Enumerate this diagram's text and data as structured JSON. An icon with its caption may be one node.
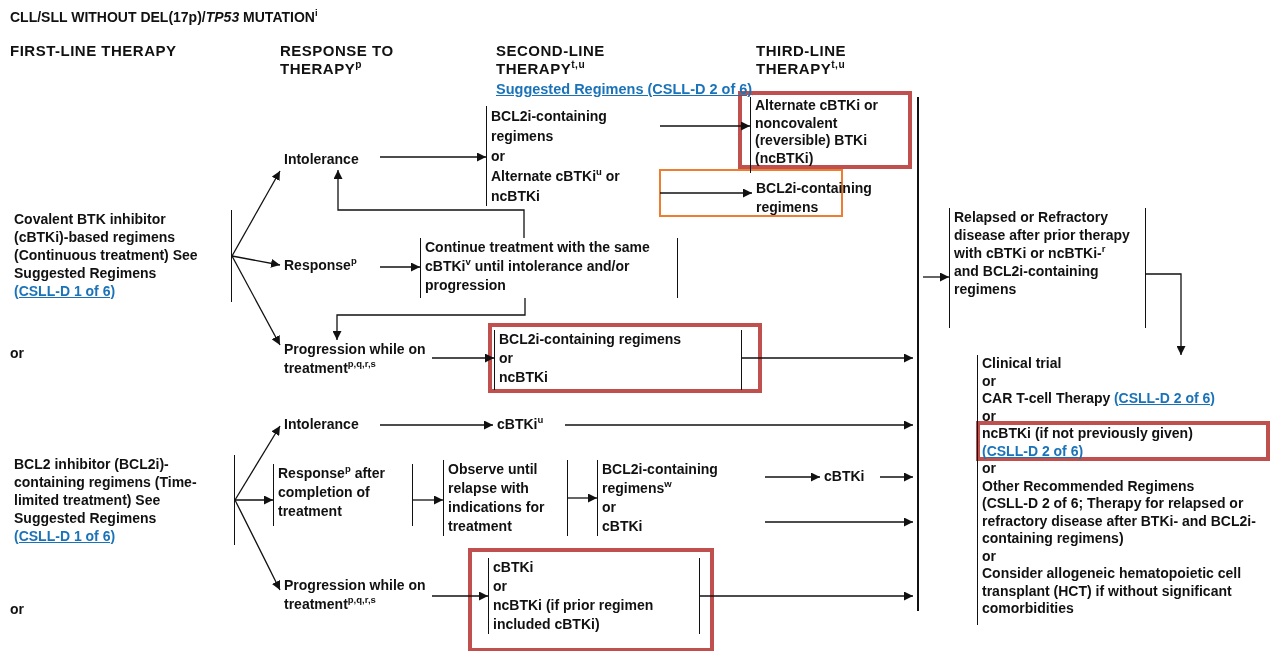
{
  "diagram": {
    "title": "CLL/SLL WITHOUT DEL(17p)/*TP53* MUTATION$^{i}$",
    "nodes": [
      {
        "text": [
          "Covalent BTK inhibitor (cBTKi)-based regimens (Continuous treatment) See Suggested Regimens",
          "(CSLL-D 1 of 6)"
        ]
      },
      {
        "text": [
          "Intolerance"
        ]
      },
      {
        "text": [
          "Response$^{p}$"
        ]
      },
      {
        "text": [
          "Progression while on treatment$^{p,q,r,s}$"
        ]
      },
      {
        "text": [
          "BCL2i-containing regimens",
          "or",
          "Alternate cBTKi$^{u}$ or ncBTKi"
        ]
      },
      {
        "text": [
          "Alternate cBTKi or noncovalent (reversible) BTKi (ncBTKi)"
        ]
      },
      {
        "text": [
          "BCL2i-containing regimens"
        ]
      },
      {
        "text": [
          "Continue treatment with the same cBTKi$^{v}$ until intolerance and/or progression"
        ]
      },
      {
        "text": [
          "BCL2i-containing regimens",
          "or",
          "ncBTKi"
        ]
      },
      {
        "text": [
          "Intolerance"
        ]
      },
      {
        "text": [
          "cBTKi$^{u}$"
        ]
      },
      {
        "text": [
          "BCL2 inhibitor (BCL2i)-containing regimens (Time-limited treatment) See Suggested Regimens",
          "(CSLL-D 1 of 6)"
        ]
      },
      {
        "text": [
          "Response$^{p}$ after completion of treatment"
        ]
      },
      {
        "text": [
          "Observe until relapse with indications for treatment"
        ]
      },
      {
        "text": [
          "BCL2i-containing regimens$^{w}$",
          "or",
          "cBTKi"
        ]
      },
      {
        "text": [
          "cBTKi"
        ]
      },
      {
        "text": [
          "Progression while on treatment$^{p,q,r,s}$"
        ]
      },
      {
        "text": [
          "cBTKi",
          "or",
          "ncBTKi (if prior regimen included cBTKi)"
        ]
      },
      {
        "text": [],
        "shape": "bar"
      },
      {
        "text": [
          "Relapsed or Refractory disease after prior therapy with cBTKi or ncBTKi-$^{r}$ and BCL2i-containing regimens"
        ]
      },
      {
        "text": [
          "Clinical trial",
          "or",
          "CAR T-cell Therapy",
          "(CSLL-D 2 of 6)",
          "or",
          "ncBTKi (if not previously given)",
          "(CSLL-D 2 of 6)",
          "or",
          "Other Recommended Regimens",
          "(CSLL-D 2 of 6; Therapy for relapsed or refractory disease after BTKi- and BCL2i-containing regimens)",
          "or",
          "Consider allogeneic hematopoietic cell transplant (HCT) if without significant comorbidities"
        ]
      }
    ],
    "edges": [
      {
        "from": 0,
        "to": 1,
        "arrow": "to"
      },
      {
        "from": 0,
        "to": 2,
        "arrow": "to"
      },
      {
        "from": 0,
        "to": 3,
        "arrow": "to"
      },
      {
        "from": 1,
        "to": 4,
        "arrow": "to"
      },
      {
        "from": 2,
        "to": 7,
        "arrow": "to"
      },
      {
        "from": 7,
        "to": 1,
        "arrow": "to"
      },
      {
        "from": 7,
        "to": 3,
        "arrow": "to"
      },
      {
        "from": 3,
        "to": 8,
        "arrow": "to"
      },
      {
        "from": 4,
        "to": 5,
        "arrow": "to"
      },
      {
        "from": 4,
        "to": 6,
        "arrow": "to"
      },
      {
        "from": 8,
        "to": 18,
        "arrow": "to"
      },
      {
        "from": 9,
        "to": 10,
        "arrow": "to"
      },
      {
        "from": 10,
        "to": 18,
        "arrow": "to"
      },
      {
        "from": 11,
        "to": 9,
        "arrow": "to"
      },
      {
        "from": 11,
        "to": 12,
        "arrow": "to"
      },
      {
        "from": 11,
        "to": 16,
        "arrow": "to"
      },
      {
        "from": 12,
        "to": 13,
        "arrow": "to"
      },
      {
        "from": 13,
        "to": 14,
        "arrow": "to"
      },
      {
        "from": 14,
        "to": 15,
        "arrow": "to"
      },
      {
        "from": 15,
        "to": 18,
        "arrow": "to"
      },
      {
        "from": 14,
        "to": 18,
        "arrow": "to"
      },
      {
        "from": 16,
        "to": 17,
        "arrow": "to"
      },
      {
        "from": 17,
        "to": 18,
        "arrow": "to"
      },
      {
        "from": 18,
        "to": 19,
        "arrow": "to"
      },
      {
        "from": 19,
        "to": 20,
        "arrow": "to"
      }
    ],
    "labels": [
      "FIRST-LINE THERAPY",
      "RESPONSE TO THERAPY$^{p}$",
      "SECOND-LINE THERAPY$^{t,u}$",
      "Suggested Regimens (CSLL-D 2 of 6)",
      "THIRD-LINE THERAPY$^{t,u}$",
      "or",
      "or"
    ]
  }
}
